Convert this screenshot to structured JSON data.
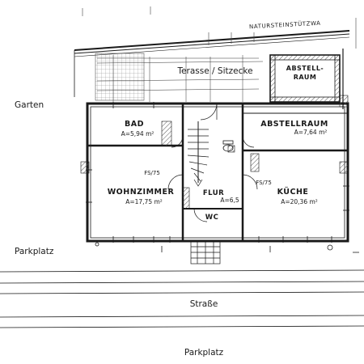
{
  "labels": {
    "stonewall": "NATURSTEINSTÜTZWA",
    "terrace": "Terasse / Sitzecke",
    "storage_top_1": "ABSTELL-",
    "storage_top_2": "RAUM",
    "garden": "Garten",
    "bath": "BAD",
    "bath_area": "A=5,94 m²",
    "storage_right": "ABSTELLRAUM",
    "storage_right_area": "A=7,64 m²",
    "height_left": "FS/75",
    "height_right": "FS/75",
    "living": "WOHNZIMMER",
    "living_area": "A=17,75 m²",
    "hall": "FLUR",
    "hall_area": "A=6,5",
    "wc": "WC",
    "kitchen": "KÜCHE",
    "kitchen_area": "A=20,36 m²",
    "parking_left": "Parkplatz",
    "street": "Straße",
    "parking_bottom": "Parkplatz"
  },
  "colors": {
    "ink": "#1a1a1a",
    "paper": "#ffffff",
    "hatch": "#444444"
  }
}
